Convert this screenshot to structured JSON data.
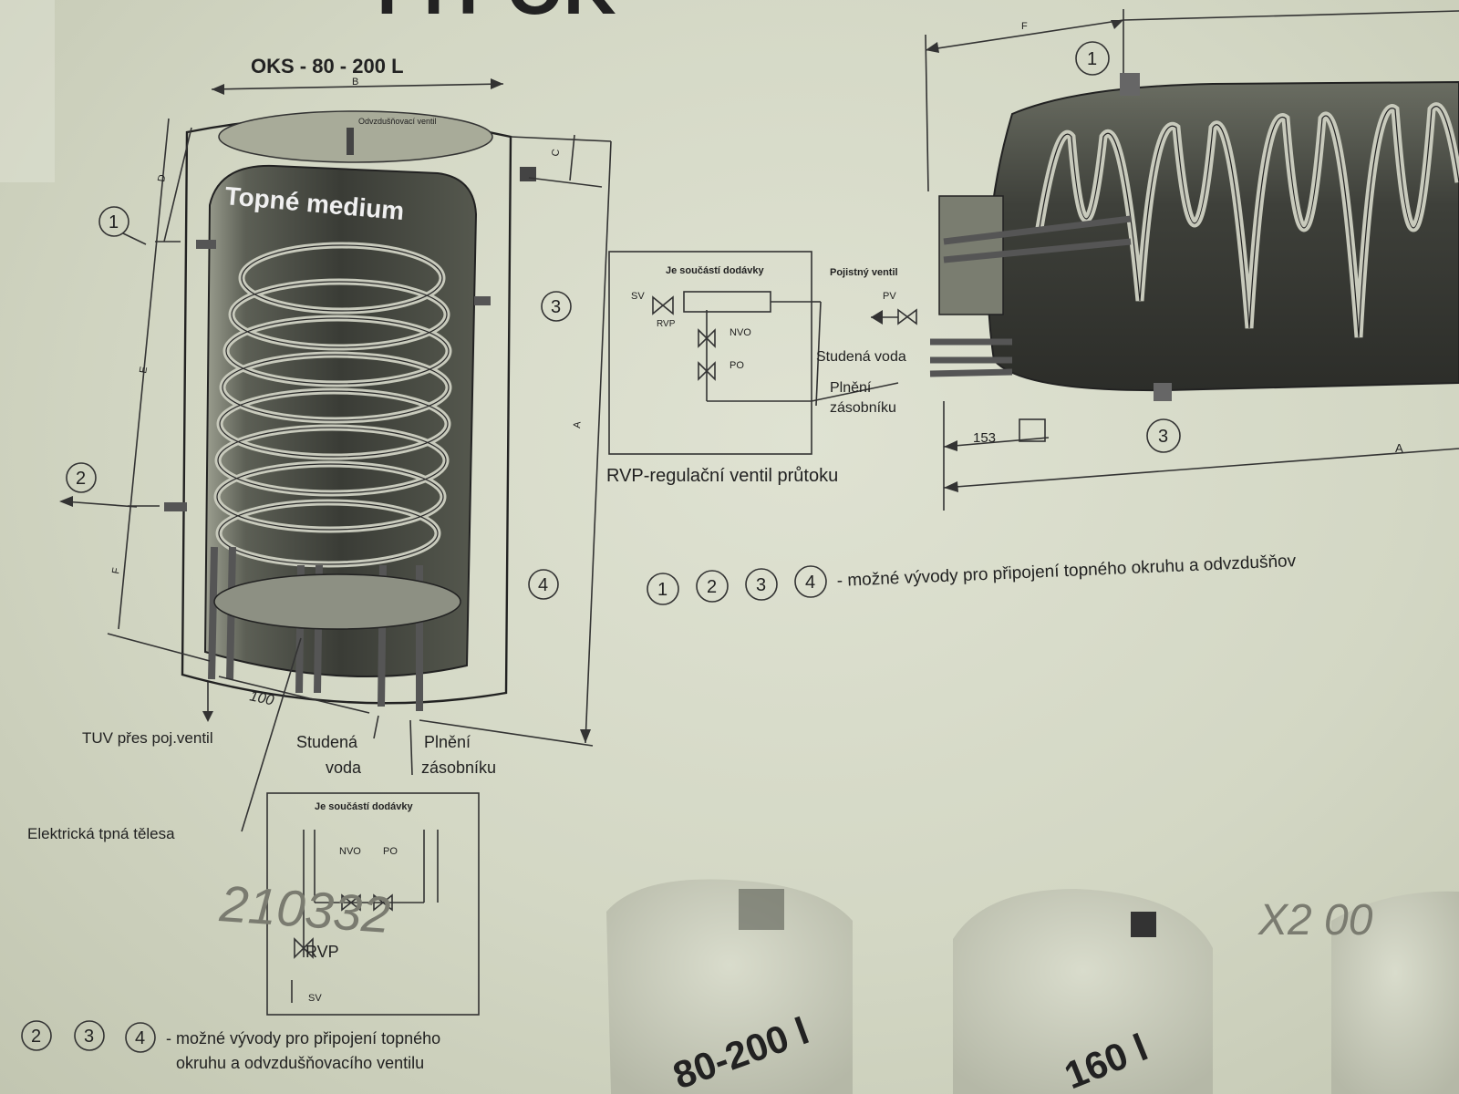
{
  "title_partial": "TYPOK",
  "left_model_label": "OKS - 80 - 200 L",
  "dims": {
    "B": "B",
    "C": "C",
    "D": "D",
    "E": "E",
    "F": "F",
    "A": "A",
    "dim_100": "100",
    "dim_153": "153"
  },
  "valve_label_top": "Odvzdušňovací ventil",
  "medium_label": "Topné medium",
  "ports": [
    "1",
    "2",
    "3",
    "4"
  ],
  "bottom_labels": {
    "tuv": "TUV přes poj.ventil",
    "studena_1": "Studená",
    "studena_2": "voda",
    "plneni_1": "Plnění",
    "plneni_2": "zásobníku",
    "elektricka": "Elektrická tpná tělesa"
  },
  "box_left": {
    "title": "Je součástí dodávky",
    "nvo": "NVO",
    "po": "PO",
    "rvp": "RVP",
    "sv": "SV"
  },
  "box_mid": {
    "title": "Je součástí dodávky",
    "sv": "SV",
    "rvp": "RVP",
    "nvo": "NVO",
    "po": "PO"
  },
  "right_labels": {
    "pojistny": "Pojistný ventil",
    "pv": "PV",
    "studena_voda": "Studená voda",
    "plneni_1": "Plnění",
    "plneni_2": "zásobníku",
    "rvp_caption": "RVP-regulační ventil průtoku",
    "legend_right": "- možné vývody pro připojení topného okruhu a odvzdušňov",
    "legend_left_1": "- možné vývody pro připojení topného",
    "legend_left_2": "okruhu a odvzdušňovacího ventilu"
  },
  "handwritten": {
    "left": "210332",
    "right": "X2 00"
  },
  "photo_labels": {
    "a": "80-200 l",
    "b": "160 l"
  }
}
